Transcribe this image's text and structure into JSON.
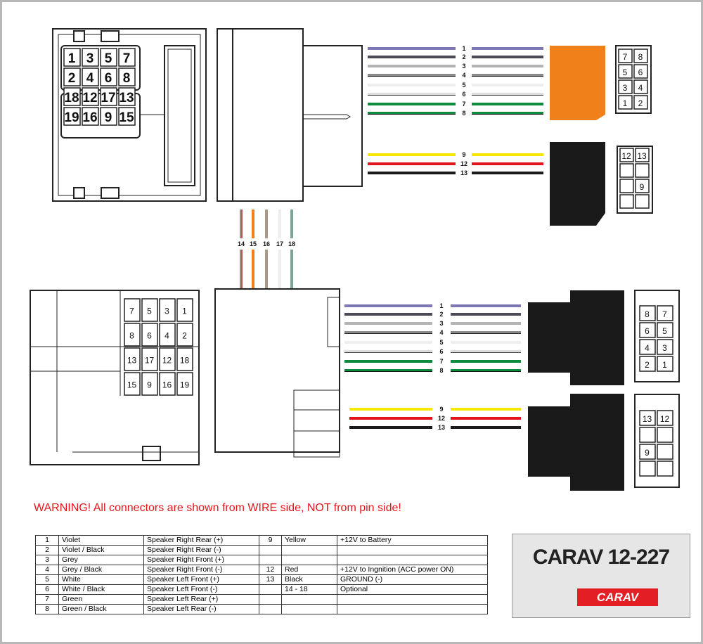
{
  "top_connector": {
    "pins": [
      [
        "1",
        "3",
        "5",
        "7"
      ],
      [
        "2",
        "4",
        "6",
        "8"
      ],
      [
        "18",
        "12",
        "17",
        "13"
      ],
      [
        "19",
        "16",
        "9",
        "15"
      ]
    ]
  },
  "bottom_connector": {
    "pins": [
      [
        "7",
        "5",
        "3",
        "1"
      ],
      [
        "8",
        "6",
        "4",
        "2"
      ],
      [
        "13",
        "17",
        "12",
        "18"
      ],
      [
        "15",
        "9",
        "16",
        "19"
      ]
    ]
  },
  "speaker_wires": [
    {
      "num": "1",
      "color": "#7d78b4",
      "stripe": null
    },
    {
      "num": "2",
      "color": "#4b4b55",
      "stripe": null
    },
    {
      "num": "3",
      "color": "#b4b4b4",
      "stripe": null
    },
    {
      "num": "4",
      "color": "#8a8a8a",
      "stripe": "#222"
    },
    {
      "num": "5",
      "color": "#eeeeee",
      "stripe": null
    },
    {
      "num": "6",
      "color": "#dddddd",
      "stripe": "#444"
    },
    {
      "num": "7",
      "color": "#0b8c3c",
      "stripe": null
    },
    {
      "num": "8",
      "color": "#0b8c3c",
      "stripe": "#111"
    }
  ],
  "power_wires": [
    {
      "num": "9",
      "color": "#f7e600"
    },
    {
      "num": "12",
      "color": "#e3141c"
    },
    {
      "num": "13",
      "color": "#1a1a1a"
    }
  ],
  "optional_wires": [
    {
      "num": "14",
      "color": "#9a8f80",
      "stripe": "#d22"
    },
    {
      "num": "15",
      "color": "#f0801a"
    },
    {
      "num": "16",
      "color": "#a89a85"
    },
    {
      "num": "17",
      "color": "#eeeeee"
    },
    {
      "num": "18",
      "color": "#7aa597"
    }
  ],
  "iso_top_speaker": {
    "pins": [
      [
        "7",
        "8"
      ],
      [
        "5",
        "6"
      ],
      [
        "3",
        "4"
      ],
      [
        "1",
        "2"
      ]
    ],
    "color": "#f0801a"
  },
  "iso_top_power": {
    "pins": [
      [
        "12",
        "13"
      ],
      [
        "",
        ""
      ],
      [
        "",
        "9"
      ],
      [
        "",
        ""
      ]
    ]
  },
  "iso_bot_speaker": {
    "pins": [
      [
        "8",
        "7"
      ],
      [
        "6",
        "5"
      ],
      [
        "4",
        "3"
      ],
      [
        "2",
        "1"
      ]
    ]
  },
  "iso_bot_power": {
    "pins": [
      [
        "13",
        "12"
      ],
      [
        "",
        ""
      ],
      [
        "9",
        ""
      ],
      [
        "",
        ""
      ]
    ]
  },
  "warning": "WARNING! All connectors are shown from WIRE side, NOT from pin side!",
  "table": [
    [
      "1",
      "Violet",
      "Speaker Right Rear (+)",
      "9",
      "Yellow",
      "+12V to Battery"
    ],
    [
      "2",
      "Violet / Black",
      "Speaker Right Rear (-)",
      "",
      "",
      ""
    ],
    [
      "3",
      "Grey",
      "Speaker Right Front (+)",
      "",
      "",
      ""
    ],
    [
      "4",
      "Grey / Black",
      "Speaker Right Front (-)",
      "12",
      "Red",
      "+12V to Ingnition (ACC power ON)"
    ],
    [
      "5",
      "White",
      "Speaker Left Front (+)",
      "13",
      "Black",
      "GROUND (-)"
    ],
    [
      "6",
      "White / Black",
      "Speaker Left Front (-)",
      "",
      "14 - 18",
      "Optional"
    ],
    [
      "7",
      "Green",
      "Speaker Left Rear (+)",
      "",
      "",
      ""
    ],
    [
      "8",
      "Green / Black",
      "Speaker Left Rear (-)",
      "",
      "",
      ""
    ]
  ],
  "model": "CARAV 12-227",
  "logo": "CARAV"
}
